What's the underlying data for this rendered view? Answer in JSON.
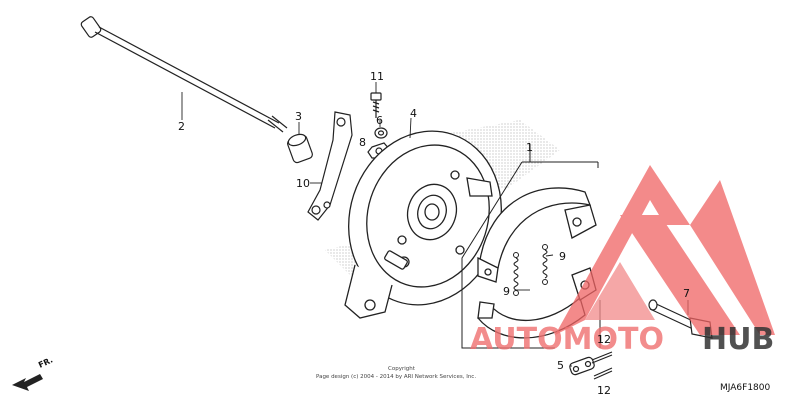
{
  "callouts": [
    {
      "id": "c1",
      "text": "1"
    },
    {
      "id": "c2",
      "text": "2"
    },
    {
      "id": "c3",
      "text": "3"
    },
    {
      "id": "c4",
      "text": "4"
    },
    {
      "id": "c5",
      "text": "5"
    },
    {
      "id": "c6",
      "text": "6"
    },
    {
      "id": "c7",
      "text": "7"
    },
    {
      "id": "c8",
      "text": "8"
    },
    {
      "id": "c9a",
      "text": "9"
    },
    {
      "id": "c9b",
      "text": "9"
    },
    {
      "id": "c10",
      "text": "10"
    },
    {
      "id": "c11",
      "text": "11"
    },
    {
      "id": "c12a",
      "text": "12"
    },
    {
      "id": "c12b",
      "text": "12"
    }
  ],
  "copyright": {
    "line1": "Copyright",
    "line2": "Page design (c) 2004 - 2014 by ARI Network Services, Inc."
  },
  "diagram_code": "MJA6F1800",
  "direction_label": "FR.",
  "watermark": {
    "text_left": "AUTOMOTO",
    "text_right": "HUB",
    "color_left": "#f07070",
    "color_right": "#333333",
    "color_logo": "#f06464"
  },
  "colors": {
    "line": "#222222",
    "halftone": "#b5b5b5"
  }
}
